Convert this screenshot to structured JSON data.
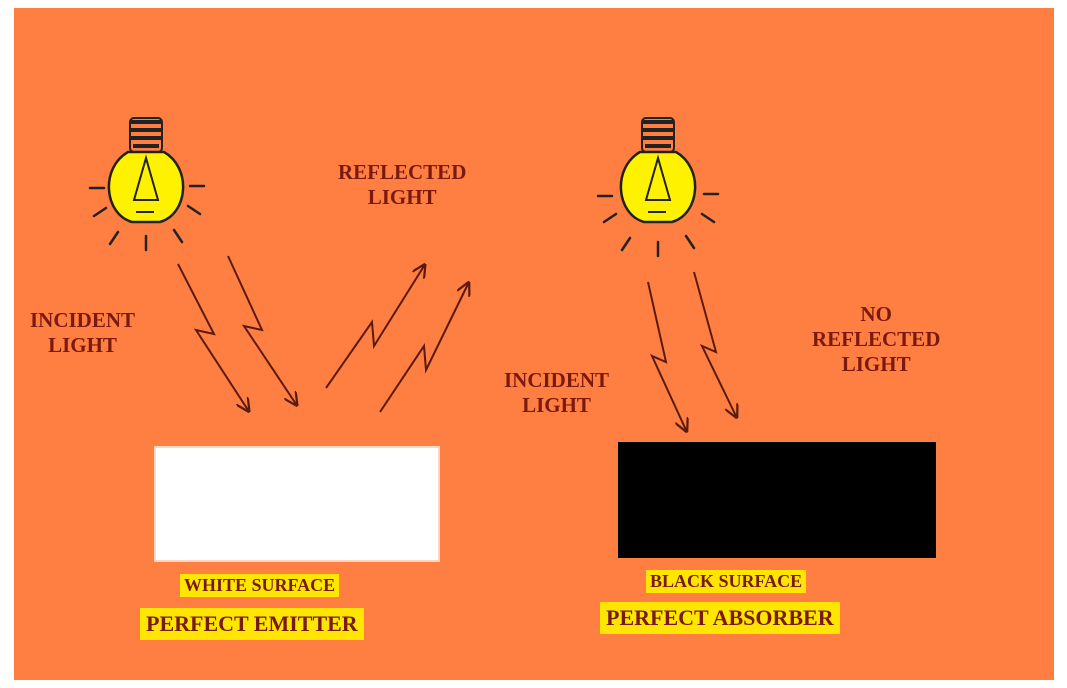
{
  "left": {
    "incident_label": [
      "INCIDENT",
      "LIGHT"
    ],
    "reflected_label": [
      "REFLECTED",
      "LIGHT"
    ],
    "surface_caption": "WHITE SURFACE",
    "perfect_caption": "PERFECT EMITTER",
    "surface_color": "#ffffff"
  },
  "right": {
    "incident_label": [
      "INCIDENT",
      "LIGHT"
    ],
    "reflected_label": [
      "NO",
      "REFLECTED",
      "LIGHT"
    ],
    "surface_caption": "BLACK SURFACE",
    "perfect_caption": "PERFECT ABSORBER",
    "surface_color": "#000000"
  },
  "colors": {
    "background": "#ff7f43",
    "text": "#7a1a0e",
    "highlight": "#ffe600",
    "bulb": "#fff200"
  }
}
